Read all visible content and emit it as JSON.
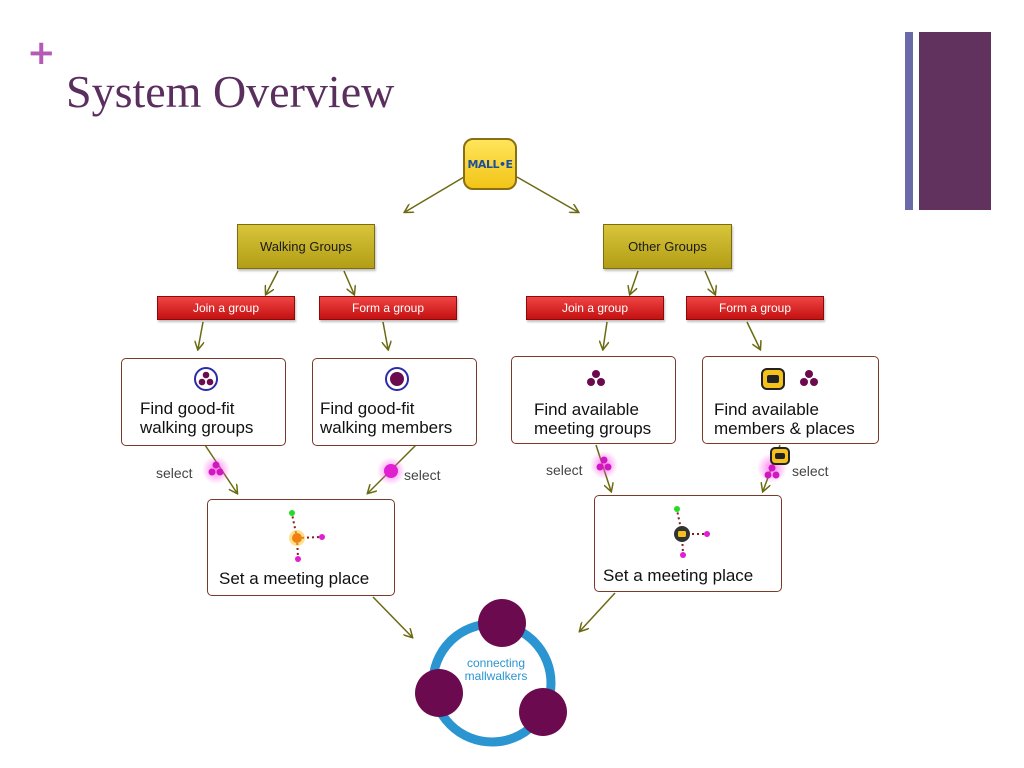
{
  "slide": {
    "plus": "+",
    "title": "System Overview"
  },
  "logo": {
    "text": "MALL•E"
  },
  "groups": [
    {
      "label": "Walking Groups"
    },
    {
      "label": "Other Groups"
    }
  ],
  "actions": [
    {
      "label": "Join a group"
    },
    {
      "label": "Form a group"
    },
    {
      "label": "Join a group"
    },
    {
      "label": "Form a group"
    }
  ],
  "finds": [
    {
      "line1": "Find good-fit",
      "line2": "walking groups"
    },
    {
      "line1": "Find good-fit",
      "line2": "walking members"
    },
    {
      "line1": "Find available",
      "line2": "meeting groups"
    },
    {
      "line1": "Find available",
      "line2": "members & places"
    }
  ],
  "select_label": "select",
  "meeting": {
    "label": "Set a meeting place"
  },
  "center": {
    "line1": "connecting",
    "line2": "mallwalkers"
  },
  "colors": {
    "title": "#5a2f5e",
    "accent": "#b55bb5",
    "deco": "#62325e",
    "group": "#c9b42a",
    "action": "#dd2020",
    "node": "#6b0a4e",
    "ring": "#2a95d0",
    "magenta": "#e020d0"
  }
}
